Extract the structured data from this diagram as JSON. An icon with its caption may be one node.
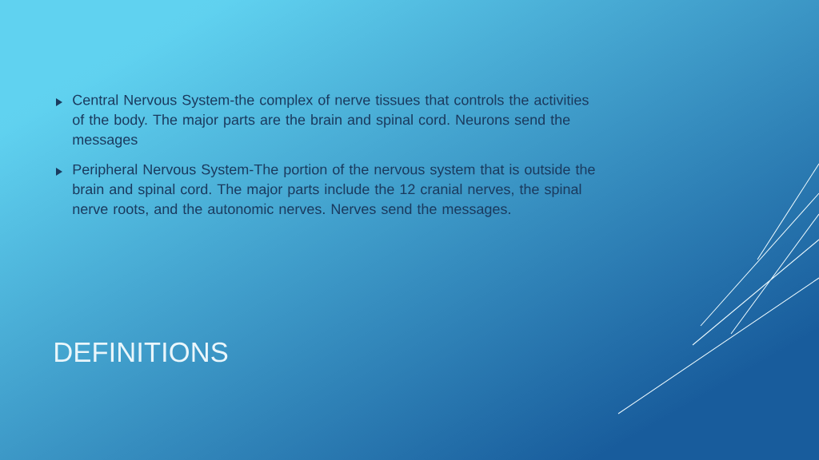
{
  "diagram": {
    "title": "DEFINITIONS",
    "labels": [
      "Central Nervous System-the complex of nerve tissues that controls the activities of the body. The major parts are the brain and spinal cord. Neurons send the messages",
      "Peripheral Nervous System-The portion of the nervous system that is outside the brain and spinal cord. The major parts include the 12 cranial nerves, the spinal nerve roots, and the autonomic nerves. Nerves send the messages."
    ]
  }
}
